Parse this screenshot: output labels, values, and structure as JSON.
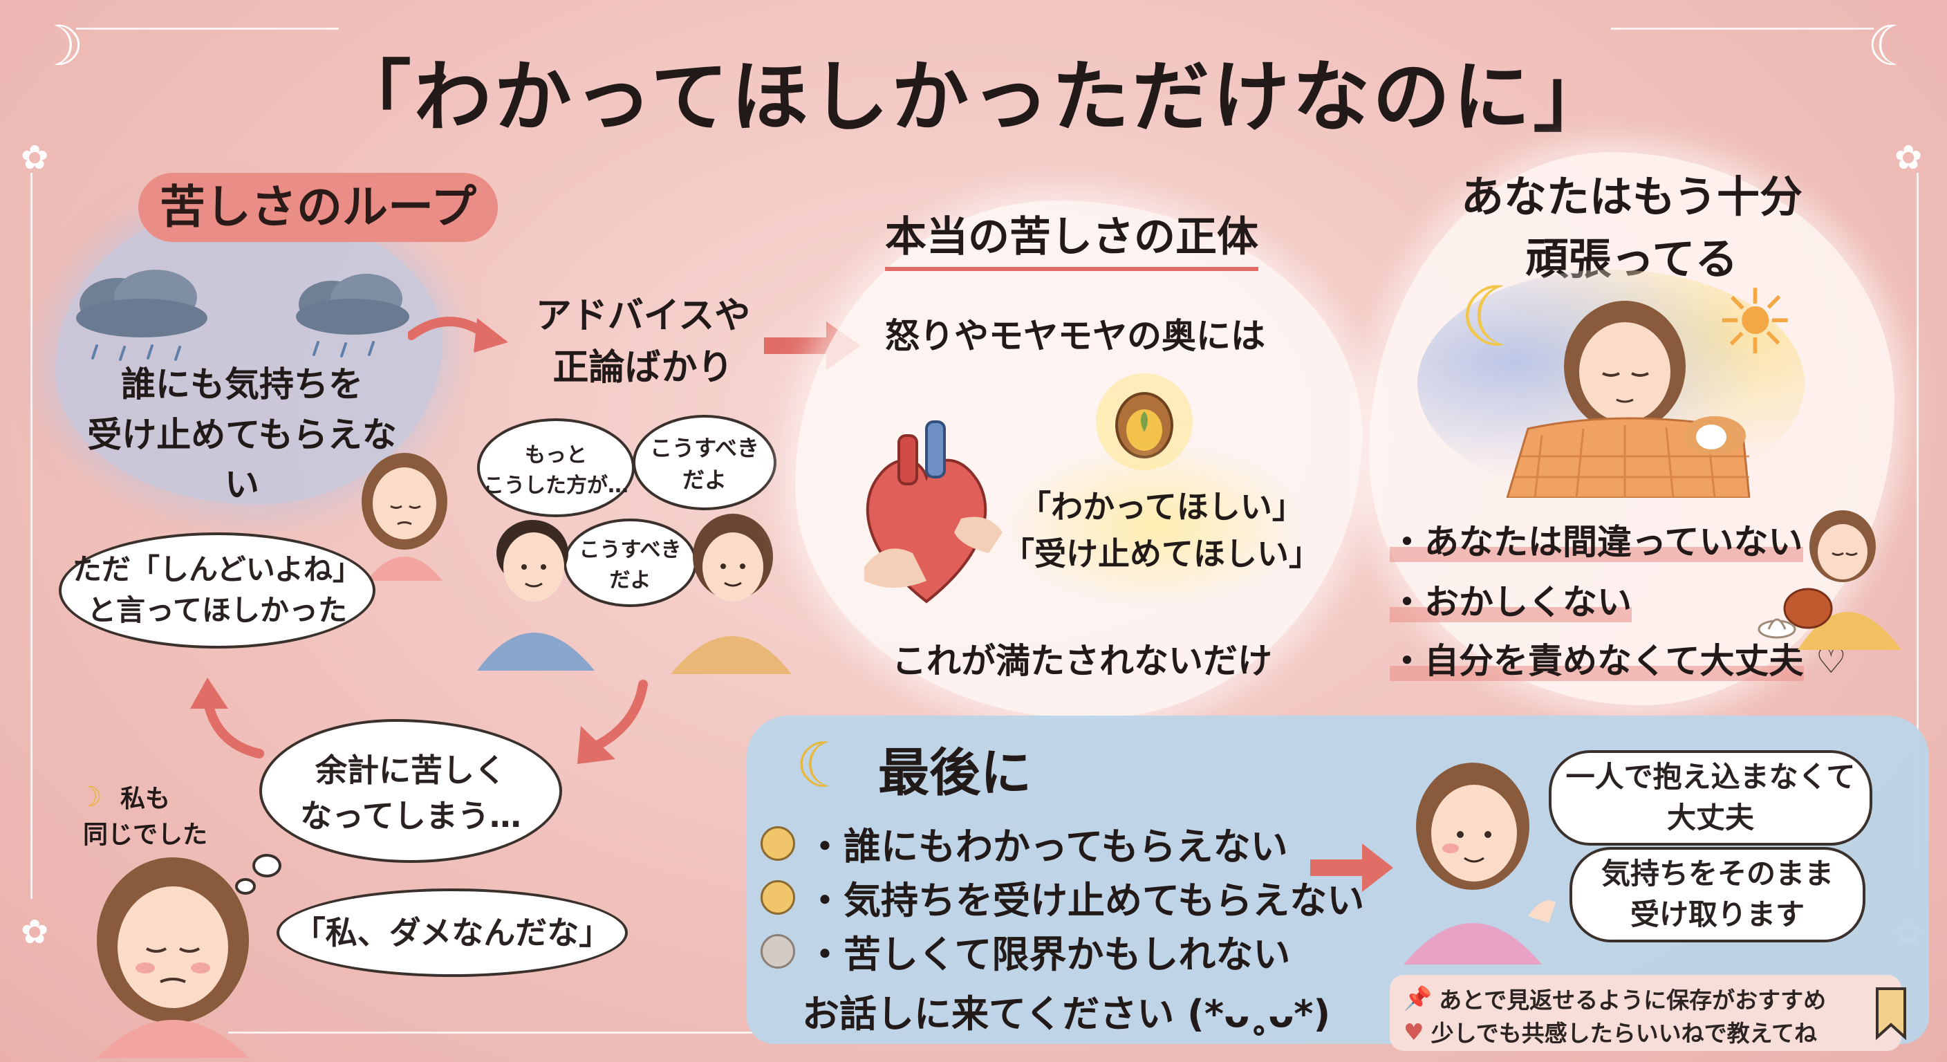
{
  "title": "「わかってほしかっただけなのに」",
  "loop": {
    "heading": "苦しさのループ",
    "rain_text": "誰にも気持ちを\n受け止めてもらえない",
    "advice_label": "アドバイスや\n正論ばかり",
    "bubble_motto": "もっと\nこうした方が…",
    "bubble_kousubeki1": "こうすべき\nだよ",
    "bubble_kousubeki2": "こうすべき\nだよ",
    "wish_bubble": "ただ「しんどいよね」\nと言ってほしかった",
    "worse_bubble": "余計に苦しく\nなってしまう…",
    "self_blame_bubble": "「私、ダメなんだな」",
    "me_too_label": "私も\n同じでした"
  },
  "truth": {
    "heading": "本当の苦しさの正体",
    "line1": "怒りやモヤモヤの奥には",
    "wish1": "「わかってほしい」",
    "wish2": "「受け止めてほしい」",
    "line2": "これが満たされないだけ"
  },
  "enough": {
    "heading": "あなたはもう十分\n頑張ってる",
    "items": [
      "・あなたは間違っていない",
      "・おかしくない",
      "・自分を責めなくて大丈夫"
    ]
  },
  "final": {
    "heading": "最後に",
    "items": [
      "・誰にもわかってもらえない",
      "・気持ちを受け止めてもらえない",
      "・苦しくて限界かもしれない"
    ],
    "cta": "お話しに来てください (*ᴗ˳ᴗ*)",
    "bubble1": "一人で抱え込まなくて\n大丈夫",
    "bubble2": "気持ちをそのまま\n受け取ります",
    "note1": "あとで見返せるように保存がおすすめ",
    "note2": "少しでも共感したらいいねで教えてね"
  },
  "colors": {
    "accent_pink": "#e98d86",
    "panel_blue": "#bcd5e8",
    "arrow_red": "#e06d66"
  }
}
